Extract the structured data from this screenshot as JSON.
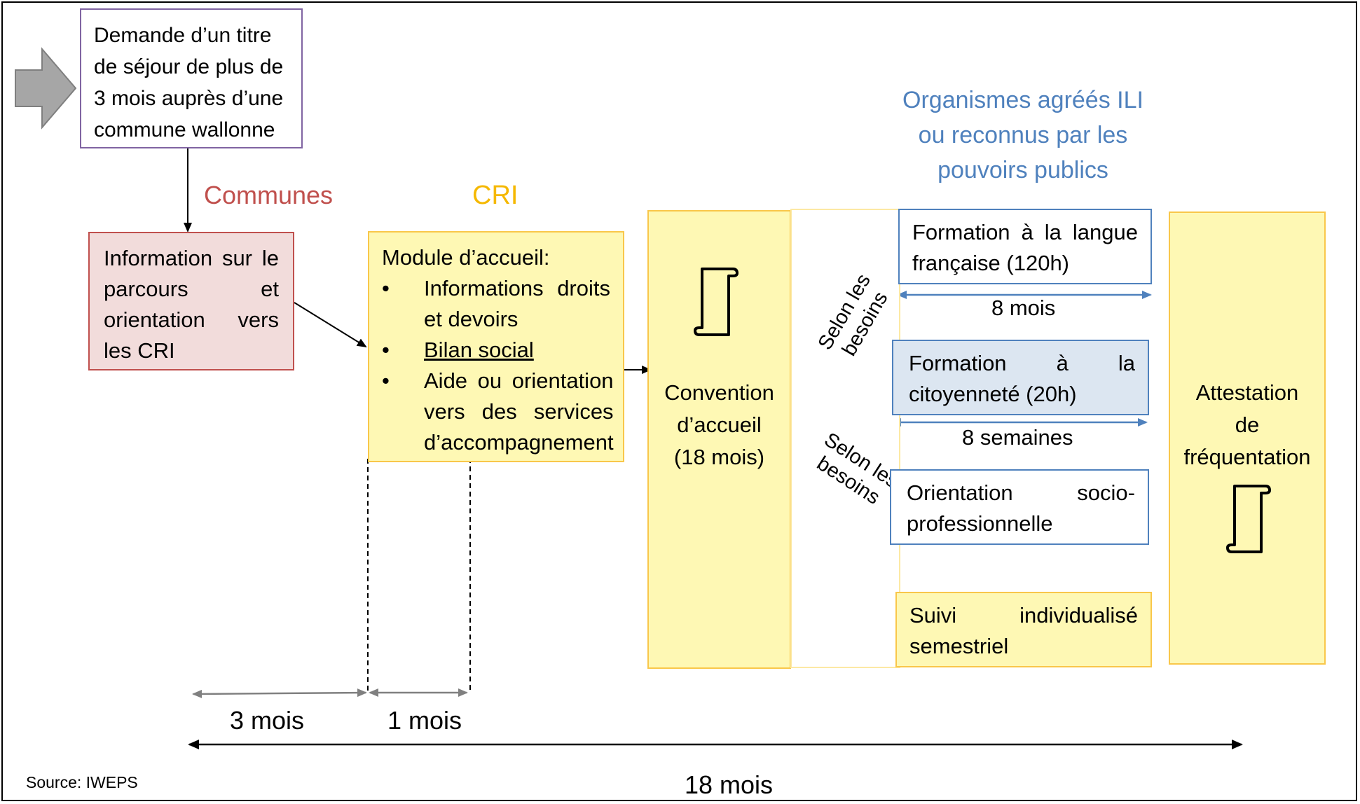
{
  "request_box": {
    "lines": [
      "Demande d’un titre",
      "de séjour de plus de",
      "3 mois auprès d’une",
      "commune wallonne"
    ]
  },
  "headings": {
    "communes": "Communes",
    "cri": "CRI",
    "organismes": [
      "Organismes agréés ILI",
      "ou  reconnus par les",
      "pouvoirs publics"
    ]
  },
  "info_box": {
    "lines": [
      "Information sur le",
      "parcours et",
      "orientation vers",
      "les CRI"
    ]
  },
  "module_box": {
    "title": "Module d’accueil:",
    "bullet": "•",
    "items": [
      [
        "Informations droits",
        "et devoirs"
      ],
      [
        "Bilan social"
      ],
      [
        "Aide ou orientation",
        "vers des services",
        "d’accompagnement"
      ]
    ]
  },
  "convention_box": {
    "lines": [
      "Convention",
      "d’accueil",
      "(18 mois)"
    ]
  },
  "langue_box": {
    "lines": [
      "Formation à la langue",
      "française (120h)"
    ]
  },
  "citoyennete_box": {
    "lines": [
      "Formation à la",
      "citoyenneté (20h)"
    ]
  },
  "orientation_box": {
    "lines": [
      "Orientation socio-",
      "professionnelle"
    ]
  },
  "suivi_box": {
    "lines": [
      "Suivi individualisé",
      "semestriel"
    ]
  },
  "attestation_box": {
    "lines": [
      "Attestation",
      "de",
      "fréquentation"
    ]
  },
  "branch_labels": {
    "upper": [
      "Selon les",
      "besoins"
    ],
    "lower": [
      "Selon les",
      "besoins"
    ]
  },
  "durations": {
    "langue": "8 mois",
    "citoyennete": "8 semaines",
    "communes": "3 mois",
    "cri": "1 mois",
    "total": "18 mois"
  },
  "source": "Source: IWEPS",
  "colors": {
    "communes_red": "#c0504d",
    "cri_orange": "#f5b800",
    "organismes_blue": "#4f81bd",
    "yellow_fill": "#fef8b4",
    "yellow_border": "#f9c74a",
    "pink_fill": "#f2dcdb",
    "red_border": "#c0504d",
    "blue_fill": "#dce6f1",
    "blue_border": "#4f81bd",
    "purple_border": "#8064a2",
    "grey_arrow": "#a6a6a6"
  },
  "icons": [
    "big-grey-arrow-icon",
    "document-scroll-icon"
  ]
}
